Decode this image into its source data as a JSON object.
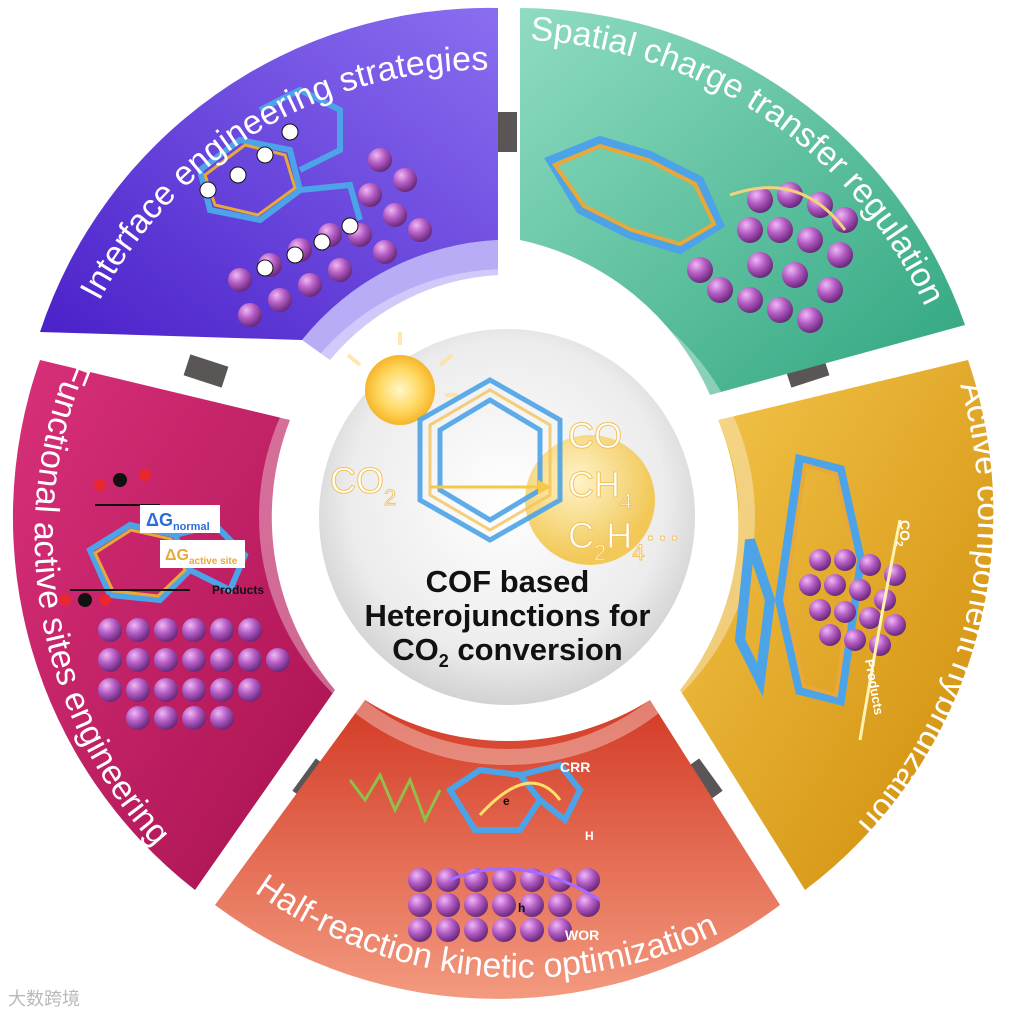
{
  "sectors": [
    {
      "label": "Interface engineering strategies",
      "color_start": "#5b2fd6",
      "color_end": "#7e63ee"
    },
    {
      "label": "Spatial charge transfer regulation",
      "color_start": "#3bb58e",
      "color_end": "#7fd8b8"
    },
    {
      "label": "Active component hybridization",
      "color_start": "#d9970c",
      "color_end": "#f2c448"
    },
    {
      "label": "Half-reaction kinetic optimization",
      "color_start": "#d8442c",
      "color_end": "#f28a6d"
    },
    {
      "label": "Functional active sites engineering",
      "color_start": "#b81a60",
      "color_end": "#e24d8a"
    }
  ],
  "center": {
    "reactant": "CO",
    "reactant_sub": "2",
    "products": [
      {
        "main": "CO",
        "sub": ""
      },
      {
        "main": "CH",
        "sub": "4"
      },
      {
        "main": "C",
        "sub": "2",
        "main2": "H",
        "sub2": "4",
        "tail": "···"
      }
    ],
    "title_line1": "COF based",
    "title_line2": "Heterojunctions for",
    "title_line3_pre": "CO",
    "title_line3_sub": "2",
    "title_line3_post": " conversion"
  },
  "annotations": {
    "dg_normal": "ΔG",
    "dg_normal_sub": "normal",
    "dg_active": "ΔG",
    "dg_active_sub": "active site",
    "products_left": "Products",
    "products_right": "Products",
    "co2_right": "CO",
    "co2_right_sub": "2",
    "crr": "CRR",
    "wor": "WOR",
    "electron": "e",
    "hole": "h",
    "proton": "H"
  },
  "watermark": "大数跨境"
}
